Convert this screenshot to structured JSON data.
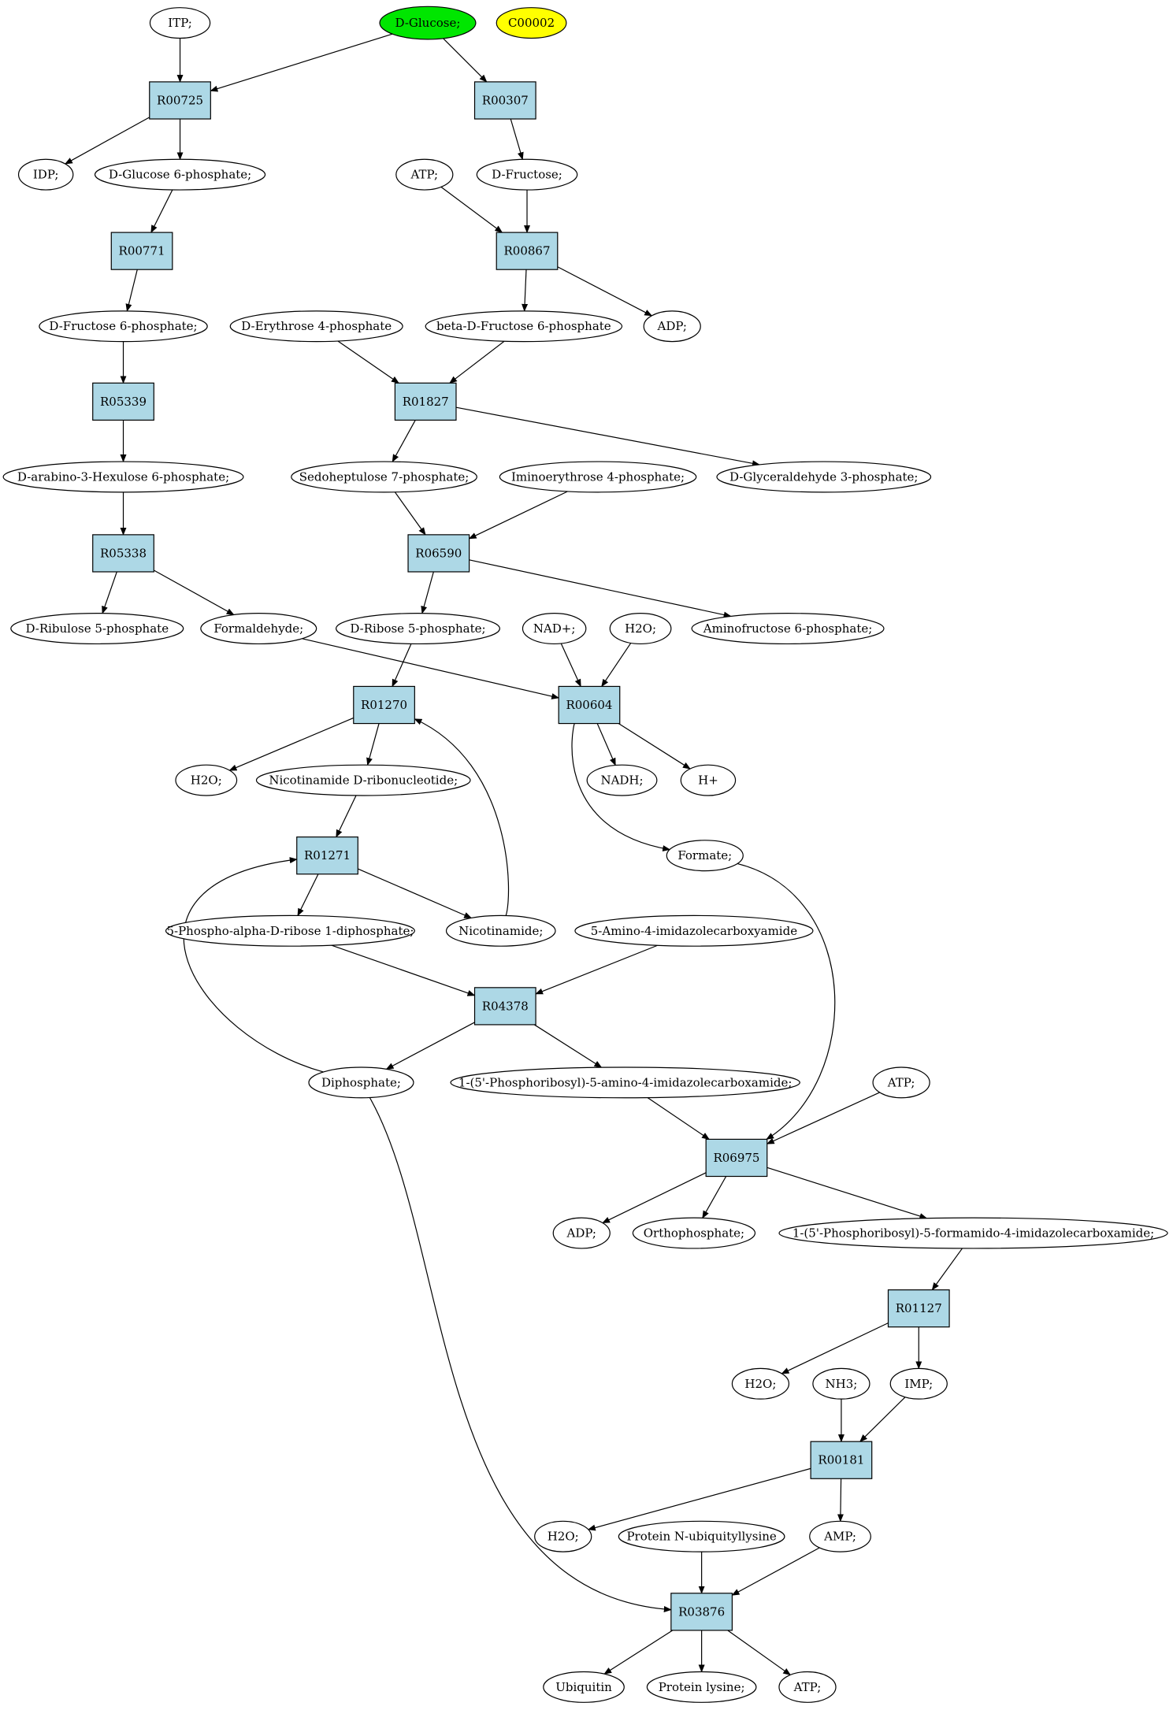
{
  "colors": {
    "reaction_fill": "#add8e6",
    "start_fill": "#00e600",
    "highlight_fill": "#ffff00",
    "compound_fill": "#ffffff",
    "stroke": "#000000"
  },
  "nodes": [
    {
      "id": "ITP",
      "label": "ITP;",
      "kind": "compound"
    },
    {
      "id": "DGLC",
      "label": "D-Glucose;",
      "kind": "start"
    },
    {
      "id": "C00002",
      "label": "C00002",
      "kind": "highlight"
    },
    {
      "id": "R00725",
      "label": "R00725",
      "kind": "reaction"
    },
    {
      "id": "R00307",
      "label": "R00307",
      "kind": "reaction"
    },
    {
      "id": "IDP",
      "label": "IDP;",
      "kind": "compound"
    },
    {
      "id": "G6P",
      "label": "D-Glucose 6-phosphate;",
      "kind": "compound"
    },
    {
      "id": "ATP1",
      "label": "ATP;",
      "kind": "compound"
    },
    {
      "id": "DFRU",
      "label": "D-Fructose;",
      "kind": "compound"
    },
    {
      "id": "R00771",
      "label": "R00771",
      "kind": "reaction"
    },
    {
      "id": "R00867",
      "label": "R00867",
      "kind": "reaction"
    },
    {
      "id": "F6P",
      "label": "D-Fructose 6-phosphate;",
      "kind": "compound"
    },
    {
      "id": "E4P",
      "label": "D-Erythrose 4-phosphate",
      "kind": "compound"
    },
    {
      "id": "BF6P",
      "label": "beta-D-Fructose 6-phosphate",
      "kind": "compound"
    },
    {
      "id": "ADP1",
      "label": "ADP;",
      "kind": "compound"
    },
    {
      "id": "R05339",
      "label": "R05339",
      "kind": "reaction"
    },
    {
      "id": "R01827",
      "label": "R01827",
      "kind": "reaction"
    },
    {
      "id": "HEX",
      "label": "D-arabino-3-Hexulose 6-phosphate;",
      "kind": "compound"
    },
    {
      "id": "S7P",
      "label": "Sedoheptulose 7-phosphate;",
      "kind": "compound"
    },
    {
      "id": "I4P",
      "label": "Iminoerythrose 4-phosphate;",
      "kind": "compound"
    },
    {
      "id": "GA3P",
      "label": "D-Glyceraldehyde 3-phosphate;",
      "kind": "compound"
    },
    {
      "id": "R05338",
      "label": "R05338",
      "kind": "reaction"
    },
    {
      "id": "R06590",
      "label": "R06590",
      "kind": "reaction"
    },
    {
      "id": "RU5P",
      "label": "D-Ribulose 5-phosphate",
      "kind": "compound"
    },
    {
      "id": "FORMALD",
      "label": "Formaldehyde;",
      "kind": "compound"
    },
    {
      "id": "R5P",
      "label": "D-Ribose 5-phosphate;",
      "kind": "compound"
    },
    {
      "id": "NAD",
      "label": "NAD+;",
      "kind": "compound"
    },
    {
      "id": "H2O_1",
      "label": "H2O;",
      "kind": "compound"
    },
    {
      "id": "AMF6P",
      "label": "Aminofructose 6-phosphate;",
      "kind": "compound"
    },
    {
      "id": "R01270",
      "label": "R01270",
      "kind": "reaction"
    },
    {
      "id": "R00604",
      "label": "R00604",
      "kind": "reaction"
    },
    {
      "id": "H2O_2",
      "label": "H2O;",
      "kind": "compound"
    },
    {
      "id": "NMN",
      "label": "Nicotinamide D-ribonucleotide;",
      "kind": "compound"
    },
    {
      "id": "NADH",
      "label": "NADH;",
      "kind": "compound"
    },
    {
      "id": "HPLUS",
      "label": "H+",
      "kind": "compound"
    },
    {
      "id": "R01271",
      "label": "R01271",
      "kind": "reaction"
    },
    {
      "id": "FORMATE",
      "label": "Formate;",
      "kind": "compound"
    },
    {
      "id": "PRPP",
      "label": "5-Phospho-alpha-D-ribose 1-diphosphate;",
      "kind": "compound"
    },
    {
      "id": "NICO",
      "label": "Nicotinamide;",
      "kind": "compound"
    },
    {
      "id": "AICA",
      "label": "5-Amino-4-imidazolecarboxyamide",
      "kind": "compound"
    },
    {
      "id": "R04378",
      "label": "R04378",
      "kind": "reaction"
    },
    {
      "id": "PPI",
      "label": "Diphosphate;",
      "kind": "compound"
    },
    {
      "id": "AICAR",
      "label": "1-(5'-Phosphoribosyl)-5-amino-4-imidazolecarboxamide;",
      "kind": "compound"
    },
    {
      "id": "ATP2",
      "label": "ATP;",
      "kind": "compound"
    },
    {
      "id": "R06975",
      "label": "R06975",
      "kind": "reaction"
    },
    {
      "id": "ADP2",
      "label": "ADP;",
      "kind": "compound"
    },
    {
      "id": "PI",
      "label": "Orthophosphate;",
      "kind": "compound"
    },
    {
      "id": "FAICAR",
      "label": "1-(5'-Phosphoribosyl)-5-formamido-4-imidazolecarboxamide;",
      "kind": "compound"
    },
    {
      "id": "R01127",
      "label": "R01127",
      "kind": "reaction"
    },
    {
      "id": "H2O_3",
      "label": "H2O;",
      "kind": "compound"
    },
    {
      "id": "NH3",
      "label": "NH3;",
      "kind": "compound"
    },
    {
      "id": "IMP",
      "label": "IMP;",
      "kind": "compound"
    },
    {
      "id": "R00181",
      "label": "R00181",
      "kind": "reaction"
    },
    {
      "id": "H2O_4",
      "label": "H2O;",
      "kind": "compound"
    },
    {
      "id": "PNUB",
      "label": "Protein N-ubiquityllysine",
      "kind": "compound"
    },
    {
      "id": "AMP",
      "label": "AMP;",
      "kind": "compound"
    },
    {
      "id": "R03876",
      "label": "R03876",
      "kind": "reaction"
    },
    {
      "id": "UBQ",
      "label": "Ubiquitin",
      "kind": "compound"
    },
    {
      "id": "PLYS",
      "label": "Protein lysine;",
      "kind": "compound"
    },
    {
      "id": "ATP3",
      "label": "ATP;",
      "kind": "compound"
    }
  ],
  "edges": [
    [
      "ITP",
      "R00725"
    ],
    [
      "DGLC",
      "R00725"
    ],
    [
      "DGLC",
      "R00307"
    ],
    [
      "R00725",
      "IDP"
    ],
    [
      "R00725",
      "G6P"
    ],
    [
      "R00307",
      "DFRU"
    ],
    [
      "G6P",
      "R00771"
    ],
    [
      "ATP1",
      "R00867"
    ],
    [
      "DFRU",
      "R00867"
    ],
    [
      "R00771",
      "F6P"
    ],
    [
      "R00867",
      "BF6P"
    ],
    [
      "R00867",
      "ADP1"
    ],
    [
      "F6P",
      "R05339"
    ],
    [
      "E4P",
      "R01827"
    ],
    [
      "BF6P",
      "R01827"
    ],
    [
      "R05339",
      "HEX"
    ],
    [
      "R01827",
      "S7P"
    ],
    [
      "R01827",
      "GA3P"
    ],
    [
      "HEX",
      "R05338"
    ],
    [
      "S7P",
      "R06590"
    ],
    [
      "I4P",
      "R06590"
    ],
    [
      "R05338",
      "RU5P"
    ],
    [
      "R05338",
      "FORMALD"
    ],
    [
      "R06590",
      "R5P"
    ],
    [
      "R06590",
      "AMF6P"
    ],
    [
      "FORMALD",
      "R00604"
    ],
    [
      "NAD",
      "R00604"
    ],
    [
      "H2O_1",
      "R00604"
    ],
    [
      "R5P",
      "R01270"
    ],
    [
      "R01270",
      "H2O_2"
    ],
    [
      "R01270",
      "NMN"
    ],
    [
      "R00604",
      "NADH"
    ],
    [
      "R00604",
      "HPLUS"
    ],
    [
      "R00604",
      "FORMATE"
    ],
    [
      "NMN",
      "R01271"
    ],
    [
      "NICO",
      "R01270"
    ],
    [
      "R01271",
      "PRPP"
    ],
    [
      "R01271",
      "NICO"
    ],
    [
      "PPI",
      "R01271"
    ],
    [
      "PRPP",
      "R04378"
    ],
    [
      "AICA",
      "R04378"
    ],
    [
      "R04378",
      "PPI"
    ],
    [
      "R04378",
      "AICAR"
    ],
    [
      "AICAR",
      "R06975"
    ],
    [
      "FORMATE",
      "R06975"
    ],
    [
      "ATP2",
      "R06975"
    ],
    [
      "R06975",
      "ADP2"
    ],
    [
      "R06975",
      "PI"
    ],
    [
      "R06975",
      "FAICAR"
    ],
    [
      "FAICAR",
      "R01127"
    ],
    [
      "R01127",
      "H2O_3"
    ],
    [
      "R01127",
      "IMP"
    ],
    [
      "NH3",
      "R00181"
    ],
    [
      "IMP",
      "R00181"
    ],
    [
      "R00181",
      "H2O_4"
    ],
    [
      "R00181",
      "AMP"
    ],
    [
      "PPI",
      "R03876"
    ],
    [
      "PNUB",
      "R03876"
    ],
    [
      "AMP",
      "R03876"
    ],
    [
      "R03876",
      "UBQ"
    ],
    [
      "R03876",
      "PLYS"
    ],
    [
      "R03876",
      "ATP3"
    ]
  ]
}
